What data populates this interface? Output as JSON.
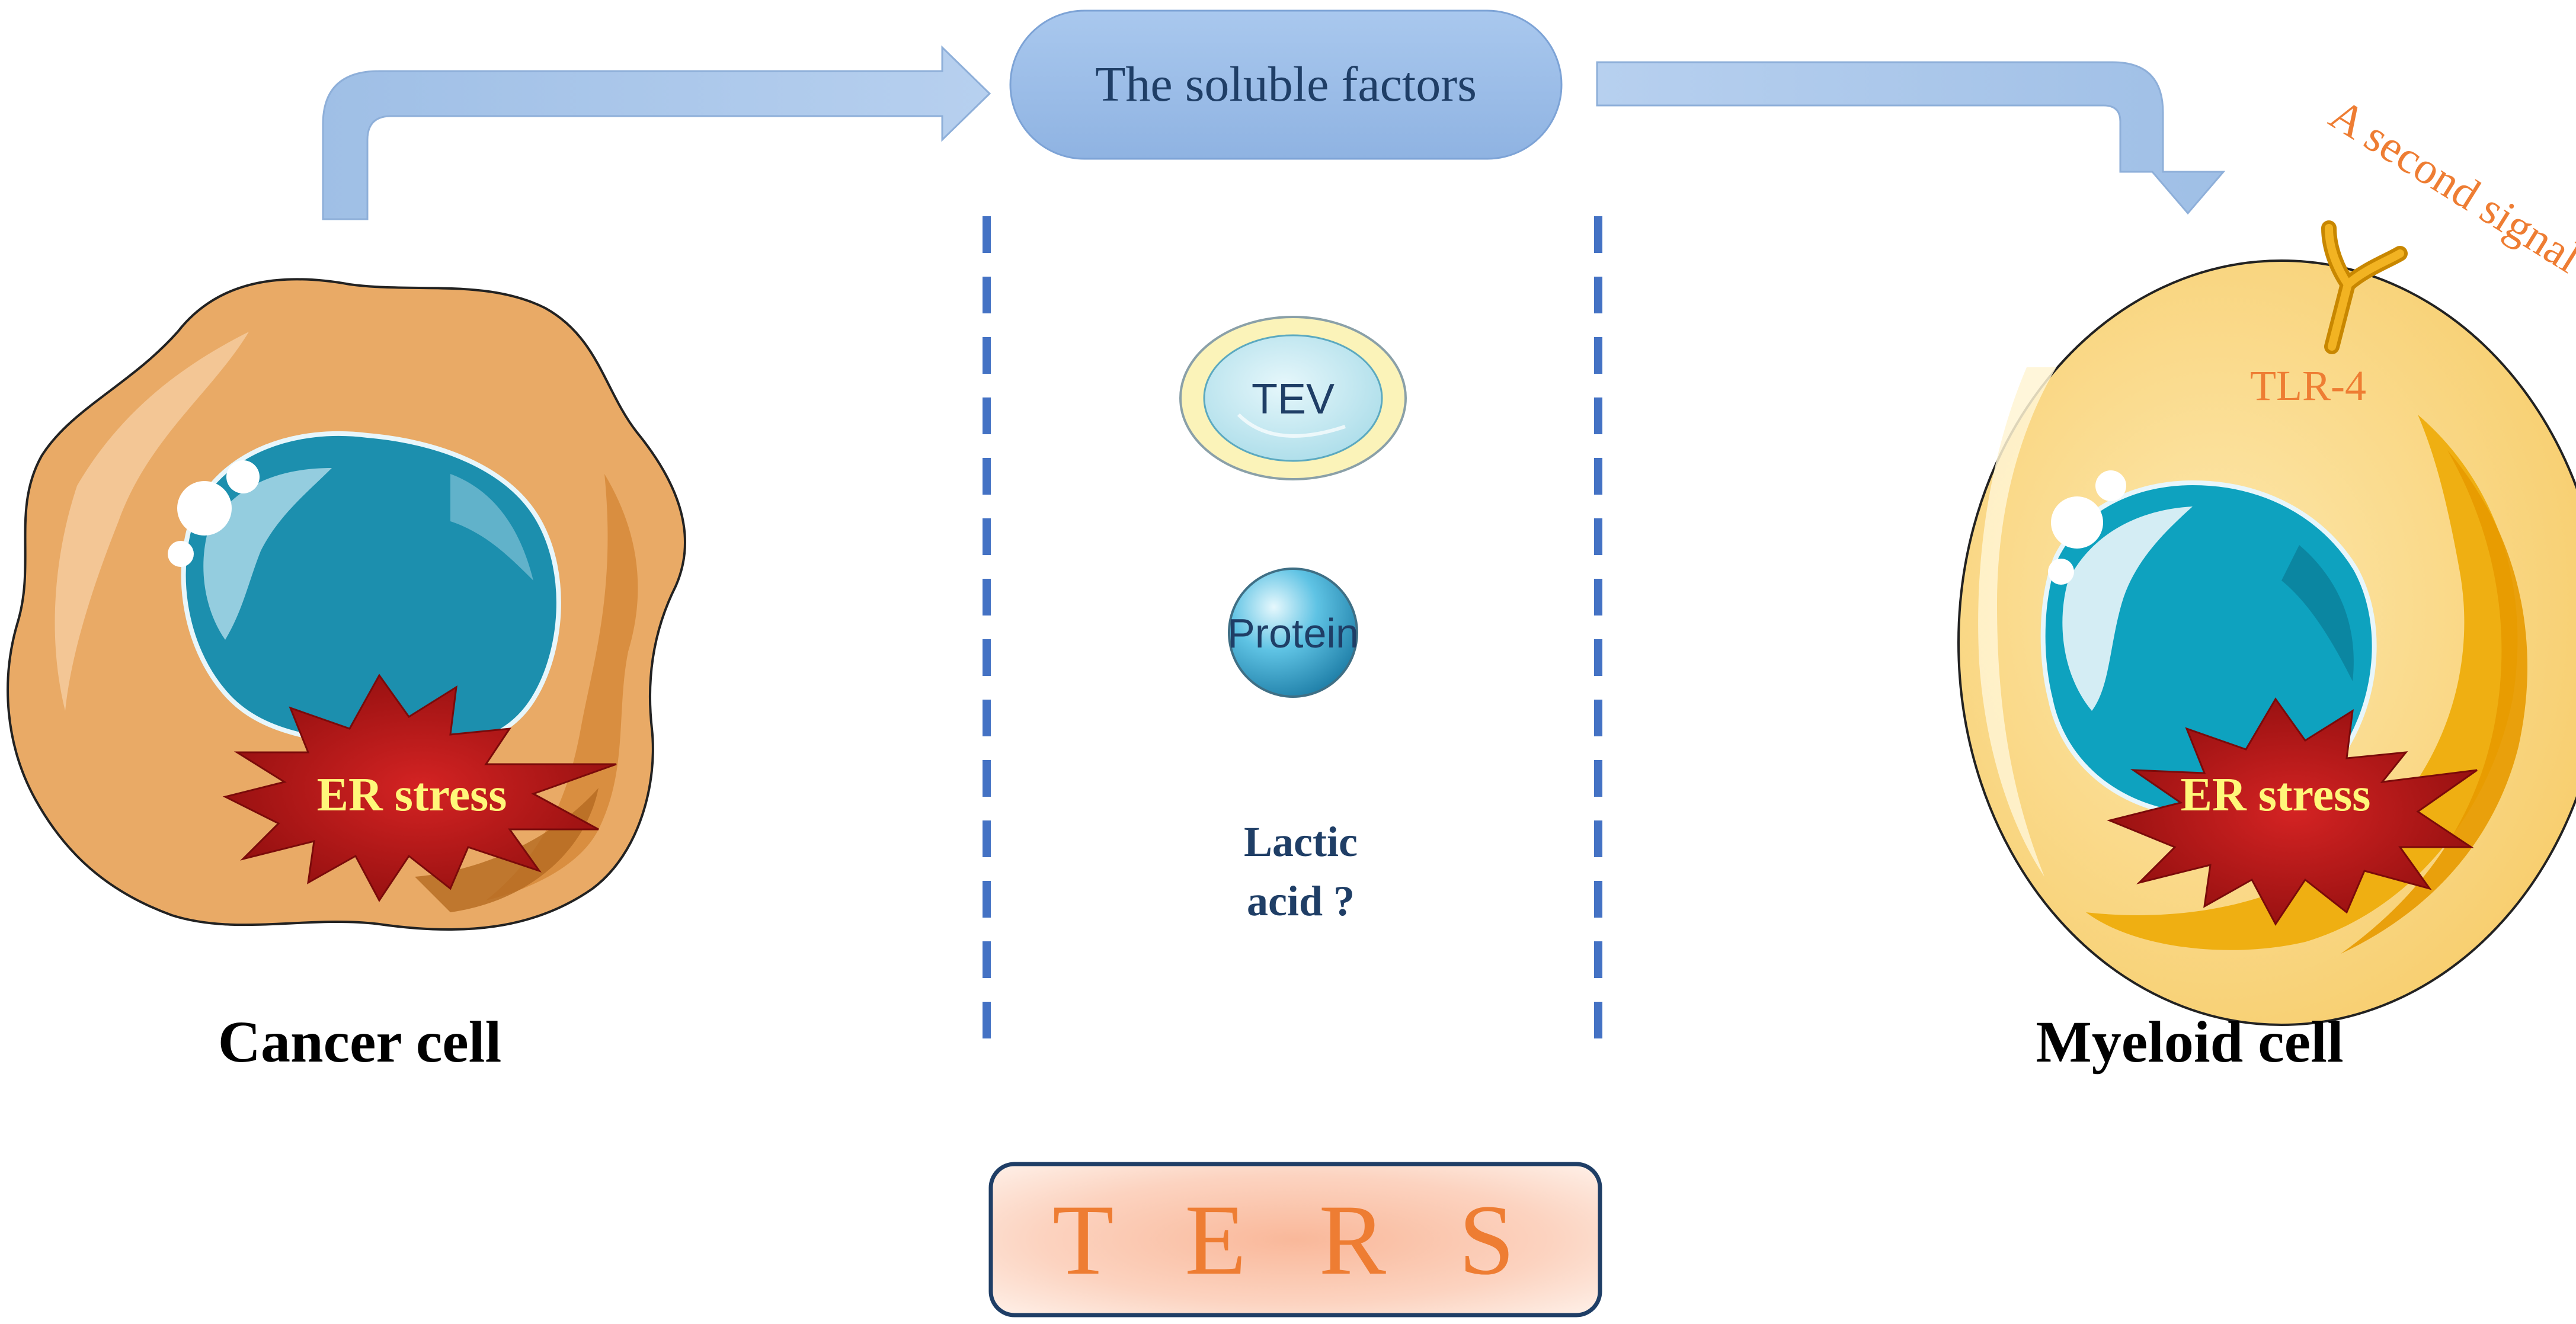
{
  "header": {
    "soluble_factors": "The soluble factors"
  },
  "factors": {
    "tev": "TEV",
    "protein": "Protein",
    "lactic_line1": "Lactic",
    "lactic_line2": "acid ?"
  },
  "cancer_cell": {
    "label": "Cancer  cell",
    "stress": "ER stress"
  },
  "myeloid_cell": {
    "label": "Myeloid  cell",
    "stress": "ER stress",
    "receptor": "TLR-4",
    "signal": "A second signal"
  },
  "footer": {
    "ters": "T E R S"
  },
  "colors": {
    "arrow_blue": "#a9c6ea",
    "dash_blue": "#4472c4",
    "text_navy": "#1f3e66",
    "signal_orange": "#ee7d33",
    "stress_yellow": "#fff77a",
    "stress_red": "#b81c1c"
  }
}
